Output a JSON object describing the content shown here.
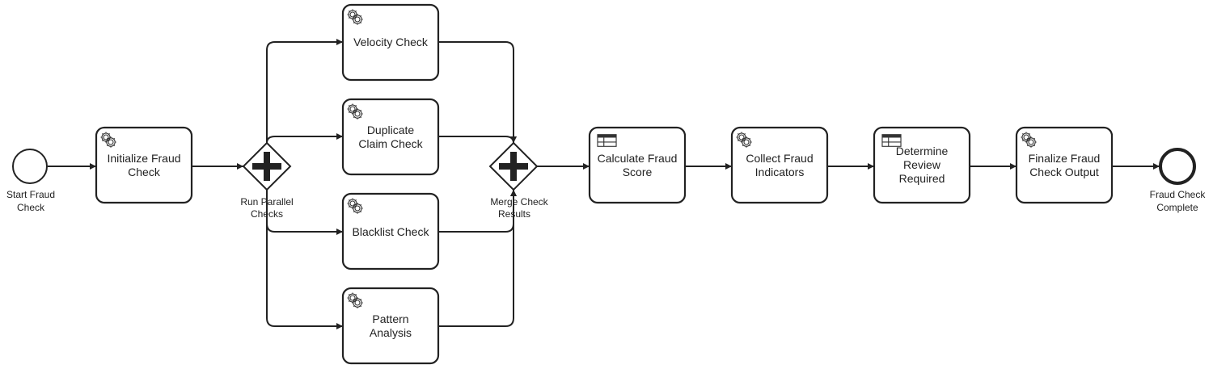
{
  "diagram": {
    "type": "bpmn-process",
    "colors": {
      "stroke": "#222222",
      "background": "#ffffff",
      "text": "#222222"
    },
    "start_event": {
      "id": "start",
      "label": [
        "Start Fraud",
        "Check"
      ]
    },
    "end_event": {
      "id": "end",
      "label": [
        "Fraud Check",
        "Complete"
      ]
    },
    "gateways": [
      {
        "id": "split",
        "kind": "parallel",
        "label": [
          "Run Parallel",
          "Checks"
        ]
      },
      {
        "id": "merge",
        "kind": "parallel",
        "label": [
          "Merge Check",
          "Results"
        ]
      }
    ],
    "tasks": [
      {
        "id": "init",
        "kind": "service",
        "icon": "gear-icon",
        "label": [
          "Initialize Fraud",
          "Check"
        ]
      },
      {
        "id": "velocity",
        "kind": "service",
        "icon": "gear-icon",
        "label": [
          "Velocity Check"
        ]
      },
      {
        "id": "duplicate",
        "kind": "service",
        "icon": "gear-icon",
        "label": [
          "Duplicate",
          "Claim Check"
        ]
      },
      {
        "id": "blacklist",
        "kind": "service",
        "icon": "gear-icon",
        "label": [
          "Blacklist Check"
        ]
      },
      {
        "id": "pattern",
        "kind": "service",
        "icon": "gear-icon",
        "label": [
          "Pattern",
          "Analysis"
        ]
      },
      {
        "id": "score",
        "kind": "business-rule",
        "icon": "table-icon",
        "label": [
          "Calculate Fraud",
          "Score"
        ]
      },
      {
        "id": "collect",
        "kind": "service",
        "icon": "gear-icon",
        "label": [
          "Collect Fraud",
          "Indicators"
        ]
      },
      {
        "id": "review",
        "kind": "business-rule",
        "icon": "table-icon",
        "label": [
          "Determine",
          "Review",
          "Required"
        ]
      },
      {
        "id": "finalize",
        "kind": "service",
        "icon": "gear-icon",
        "label": [
          "Finalize Fraud",
          "Check Output"
        ]
      }
    ],
    "flows": [
      [
        "start",
        "init"
      ],
      [
        "init",
        "split"
      ],
      [
        "split",
        "velocity"
      ],
      [
        "split",
        "duplicate"
      ],
      [
        "split",
        "blacklist"
      ],
      [
        "split",
        "pattern"
      ],
      [
        "velocity",
        "merge"
      ],
      [
        "duplicate",
        "merge"
      ],
      [
        "blacklist",
        "merge"
      ],
      [
        "pattern",
        "merge"
      ],
      [
        "merge",
        "score"
      ],
      [
        "score",
        "collect"
      ],
      [
        "collect",
        "review"
      ],
      [
        "review",
        "finalize"
      ],
      [
        "finalize",
        "end"
      ]
    ]
  }
}
